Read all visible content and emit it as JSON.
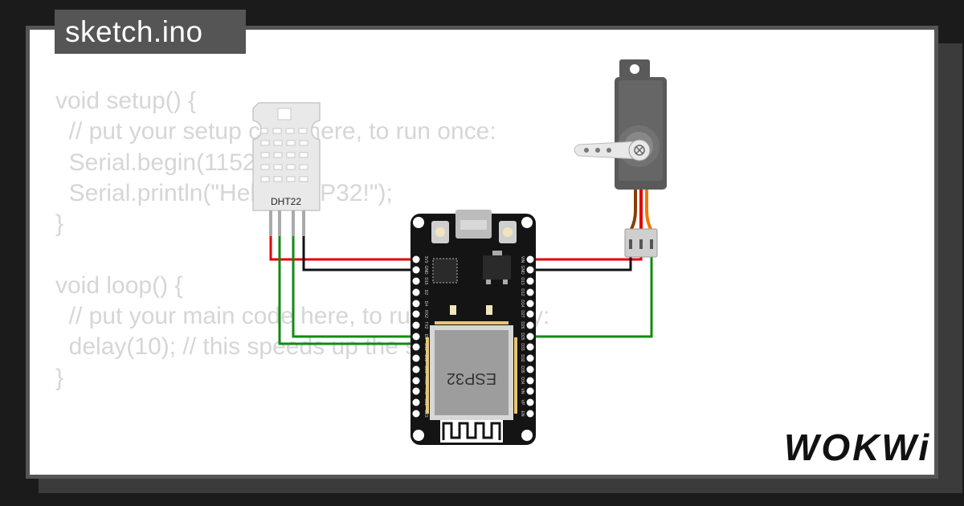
{
  "file_tab": {
    "name": "sketch.ino"
  },
  "code_lines": [
    "void setup() {",
    "  // put your setup code here, to run once:",
    "  Serial.begin(115200);",
    "  Serial.println(\"Hello, ESP32!\");",
    "}",
    "",
    "void loop() {",
    "  // put your main code here, to run repeatedly:",
    "  delay(10); // this speeds up the simulation",
    "}"
  ],
  "sensor": {
    "label": "DHT22"
  },
  "board": {
    "chip_label": "ESP32",
    "left_pins": [
      "3V3",
      "GND",
      "D15",
      "D2",
      "D4",
      "RX2",
      "TX2",
      "D5",
      "D18",
      "D19",
      "D21",
      "RX0",
      "TX0",
      "D22",
      "D23"
    ],
    "right_pins": [
      "VIN",
      "GND",
      "D13",
      "D12",
      "D14",
      "D27",
      "D26",
      "D25",
      "D33",
      "D32",
      "D35",
      "D34",
      "VN",
      "VP",
      "EN"
    ]
  },
  "brand": {
    "logo": "WOKWi"
  },
  "colors": {
    "wire_red": "#e00000",
    "wire_black": "#111111",
    "wire_green": "#138a13",
    "servo_orange": "#f07800",
    "servo_brown": "#8a3d00",
    "board_pcb": "#141414",
    "code_text": "#d6d6d6"
  }
}
